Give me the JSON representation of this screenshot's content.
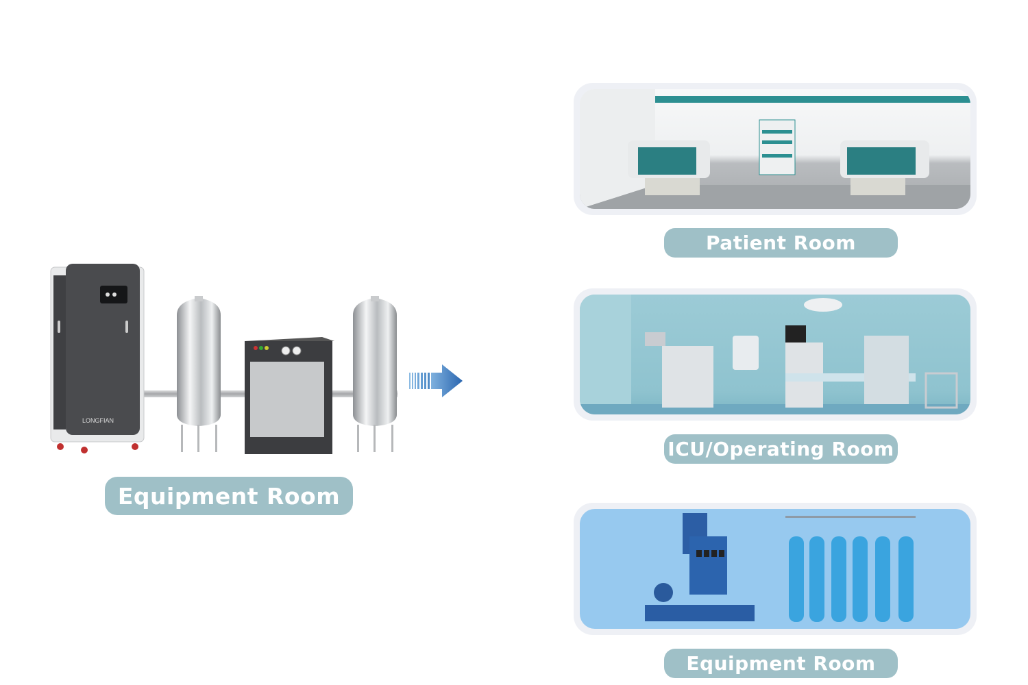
{
  "left_system": {
    "brand_logo": "LONGFIAN",
    "label": "Equipment Room",
    "components": [
      "oxygen-generator",
      "air-tank",
      "compressor-booster",
      "oxygen-tank"
    ]
  },
  "flow_arrow": {
    "icon": "arrow-right-icon",
    "color": "#2e6db4"
  },
  "destinations": [
    {
      "label": "Patient Room",
      "scene": "patient-room"
    },
    {
      "label": "ICU/Operating Room",
      "scene": "icu-operating-room"
    },
    {
      "label": "Equipment Room",
      "scene": "cylinder-filling-equipment"
    }
  ],
  "colors": {
    "label_pill": "#9fc0c7",
    "card_frame": "#eef0f5",
    "arrow": "#2e6db4"
  }
}
